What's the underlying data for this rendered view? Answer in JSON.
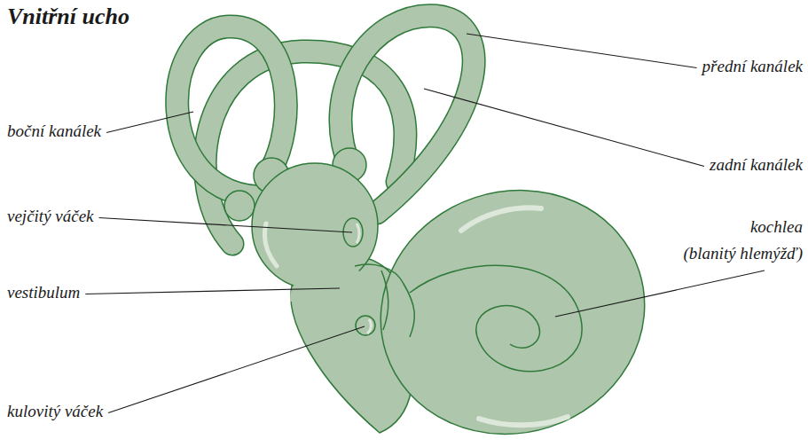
{
  "diagram": {
    "title": "Vnitřní ucho",
    "labels": [
      "přední kanálek",
      "boční kanálek",
      "zadní kanálek",
      "vejčitý váček",
      "kochlea (blanitý hlemýžď)",
      "vestibulum",
      "kulovitý váček"
    ]
  }
}
